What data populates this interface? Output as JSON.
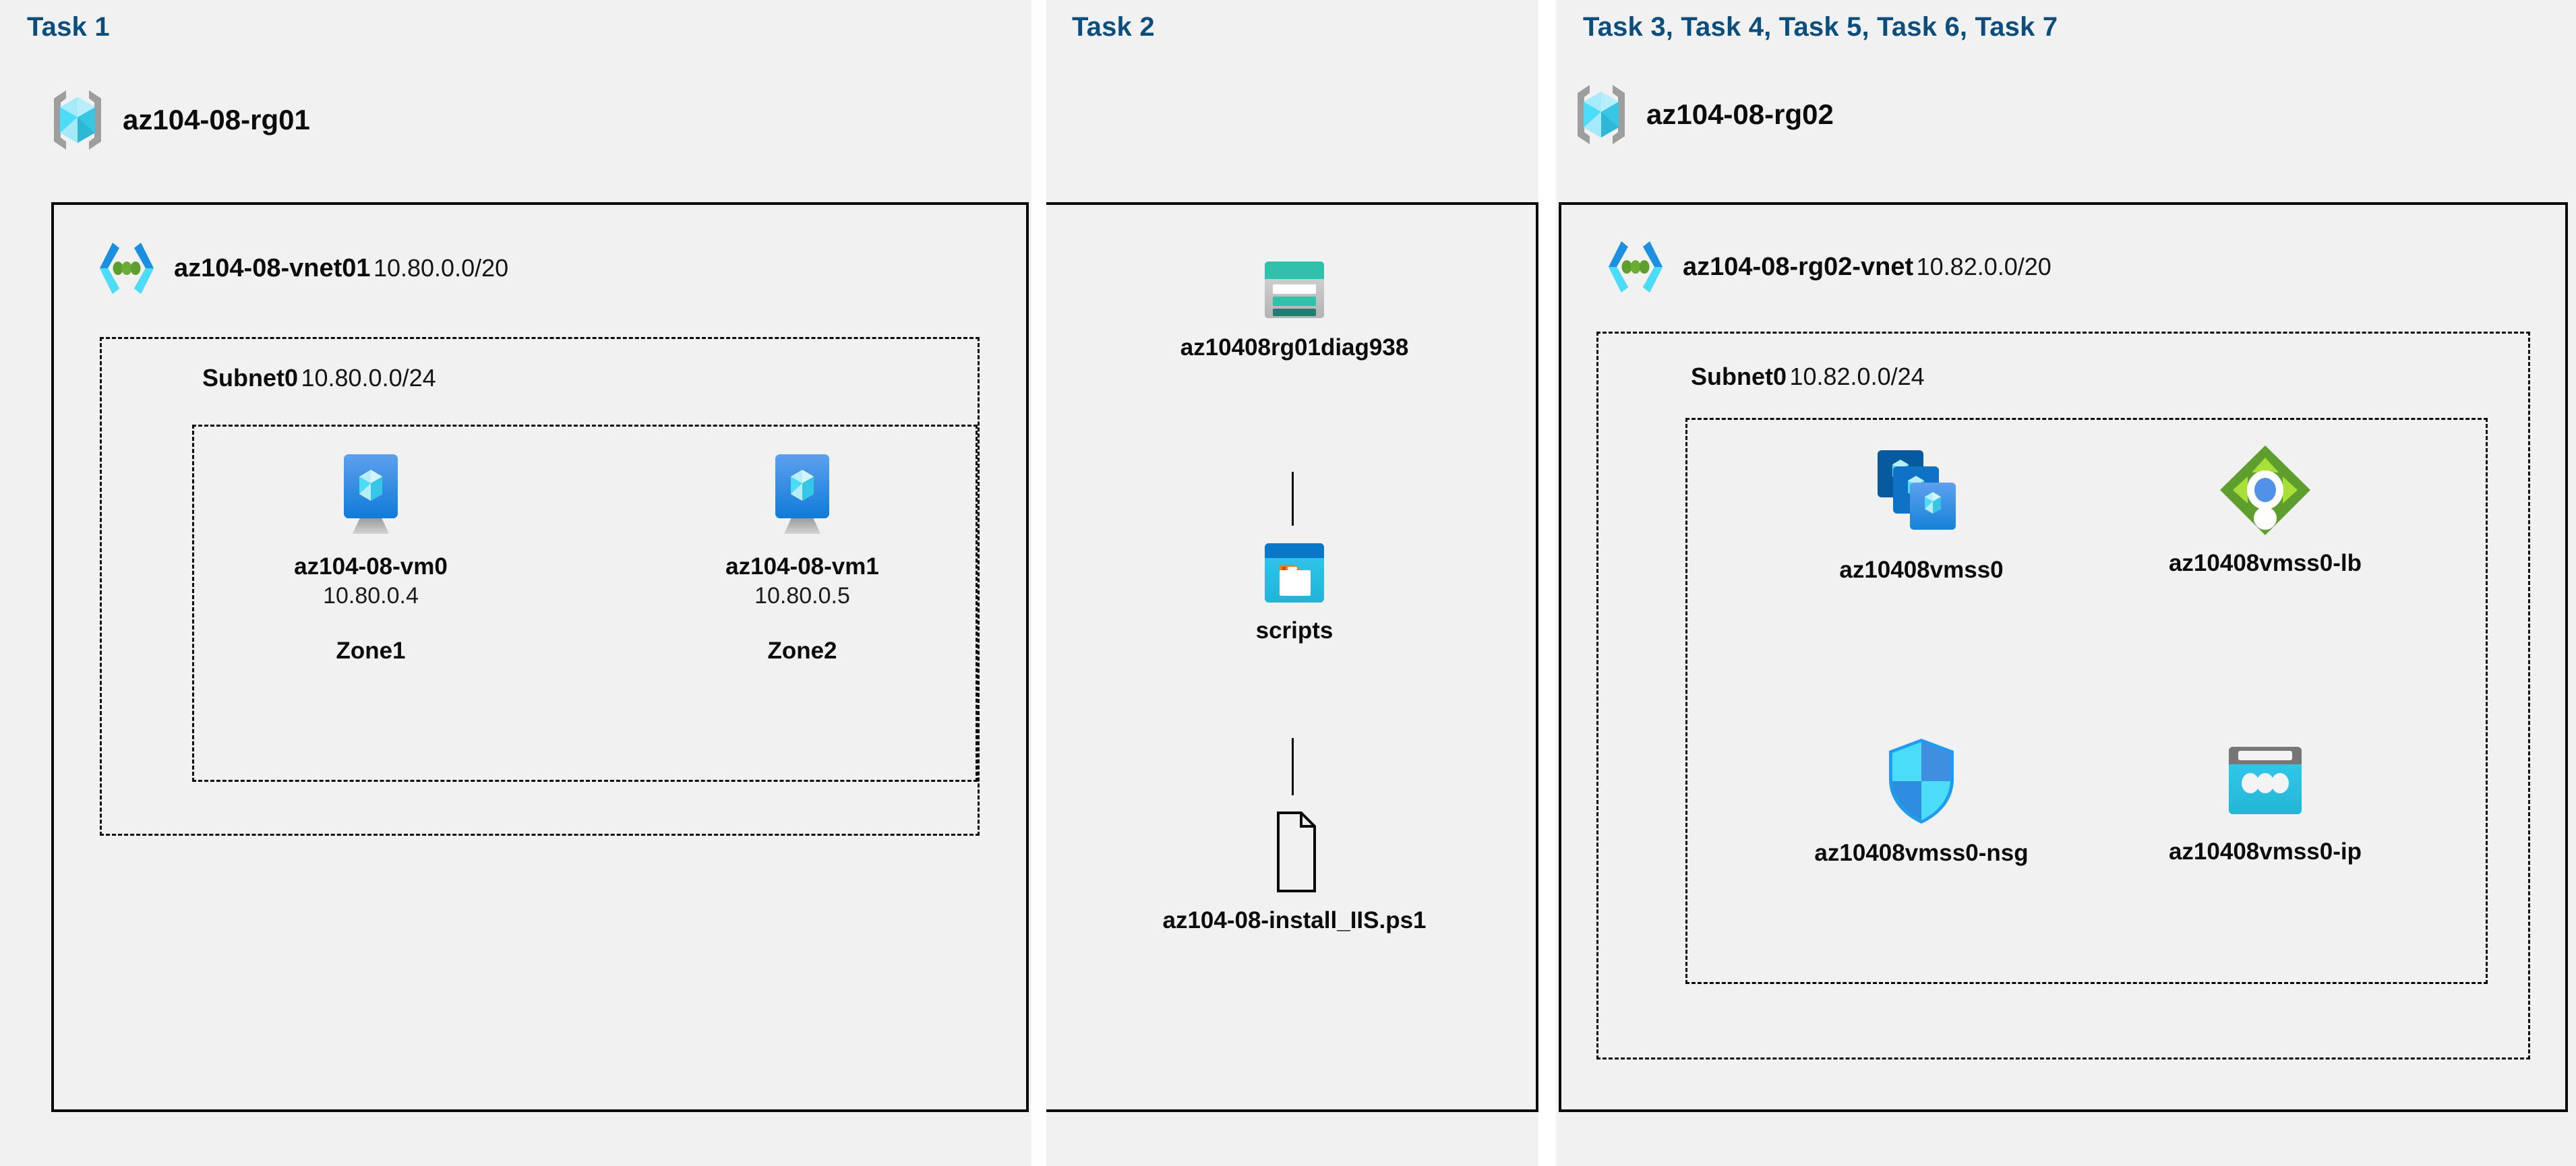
{
  "panels": [
    {
      "id": "task1",
      "task_label": "Task 1",
      "resource_group": {
        "name": "az104-08-rg01",
        "icon": "resource-group-icon"
      },
      "vnet": {
        "name": "az104-08-vnet01",
        "cidr": "10.80.0.0/20",
        "icon": "virtual-network-icon"
      },
      "subnet": {
        "name": "Subnet0",
        "cidr": "10.80.0.0/24"
      },
      "nodes": [
        {
          "name": "az104-08-vm0",
          "ip": "10.80.0.4",
          "zone": "Zone1",
          "icon": "virtual-machine-icon"
        },
        {
          "name": "az104-08-vm1",
          "ip": "10.80.0.5",
          "zone": "Zone2",
          "icon": "virtual-machine-icon"
        }
      ]
    },
    {
      "id": "task2",
      "task_label": "Task 2",
      "nodes": [
        {
          "name": "az10408rg01diag938",
          "icon": "storage-account-icon"
        },
        {
          "name": "scripts",
          "icon": "blob-container-icon"
        },
        {
          "name": "az104-08-install_IIS.ps1",
          "icon": "file-icon"
        }
      ]
    },
    {
      "id": "task3to7",
      "task_label": "Task 3, Task 4, Task 5, Task 6, Task 7",
      "resource_group": {
        "name": "az104-08-rg02",
        "icon": "resource-group-icon"
      },
      "vnet": {
        "name": "az104-08-rg02-vnet",
        "cidr": "10.82.0.0/20",
        "icon": "virtual-network-icon"
      },
      "subnet": {
        "name": "Subnet0",
        "cidr": "10.82.0.0/24"
      },
      "nodes": [
        {
          "name": "az10408vmss0",
          "icon": "vm-scale-set-icon"
        },
        {
          "name": "az10408vmss0-lb",
          "icon": "load-balancer-icon"
        },
        {
          "name": "az10408vmss0-nsg",
          "icon": "network-security-group-icon"
        },
        {
          "name": "az10408vmss0-ip",
          "icon": "public-ip-address-icon"
        }
      ]
    }
  ],
  "colors": {
    "task_label": "#0b4d7d",
    "panel_background": "#f1f1f1",
    "border": "#0a0a0a",
    "azure_blue": "#0078d4",
    "cyan": "#32c8f0",
    "teal": "#2fbcae",
    "green": "#6aa22b",
    "gray": "#767676"
  }
}
